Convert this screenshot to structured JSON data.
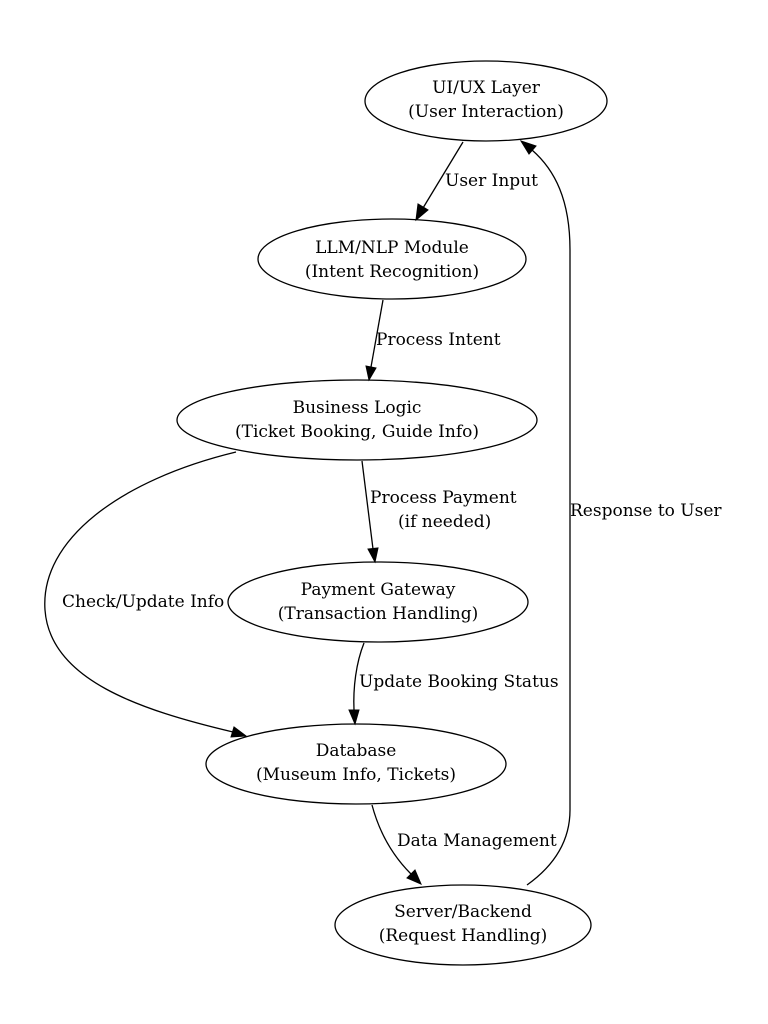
{
  "diagram": {
    "nodes": {
      "ui": {
        "line1": "UI/UX Layer",
        "line2": "(User Interaction)"
      },
      "llm": {
        "line1": "LLM/NLP Module",
        "line2": "(Intent Recognition)"
      },
      "logic": {
        "line1": "Business Logic",
        "line2": "(Ticket Booking, Guide Info)"
      },
      "payment": {
        "line1": "Payment Gateway",
        "line2": "(Transaction Handling)"
      },
      "db": {
        "line1": "Database",
        "line2": "(Museum Info, Tickets)"
      },
      "server": {
        "line1": "Server/Backend",
        "line2": "(Request Handling)"
      }
    },
    "edges": {
      "user_input": "User Input",
      "process_intent": "Process Intent",
      "process_payment_1": "Process Payment",
      "process_payment_2": "(if needed)",
      "check_update": "Check/Update Info",
      "update_booking": "Update Booking Status",
      "data_mgmt": "Data Management",
      "response": "Response to User"
    }
  }
}
